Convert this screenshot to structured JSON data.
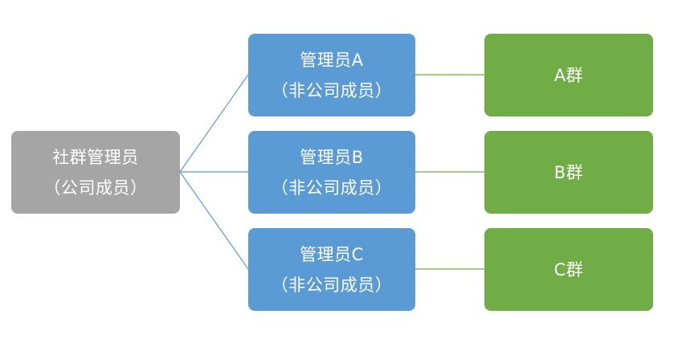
{
  "root": {
    "line1": "社群管理员",
    "line2": "（公司成员）"
  },
  "admins": [
    {
      "line1": "管理员A",
      "line2": "（非公司成员）"
    },
    {
      "line1": "管理员B",
      "line2": "（非公司成员）"
    },
    {
      "line1": "管理员C",
      "line2": "（非公司成员）"
    }
  ],
  "groups": [
    {
      "label": "A群"
    },
    {
      "label": "B群"
    },
    {
      "label": "C群"
    }
  ],
  "colors": {
    "root": "#a5a5a5",
    "admin": "#5b9bd5",
    "group": "#70ad47",
    "connector_admin": "#5b9bd5",
    "connector_group": "#70ad47"
  }
}
